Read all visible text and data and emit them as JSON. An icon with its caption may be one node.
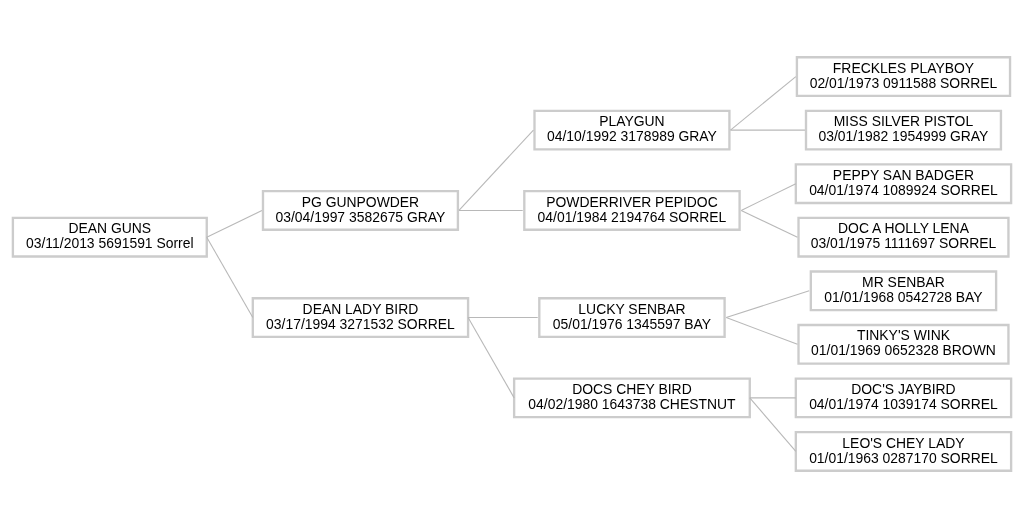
{
  "diagram": {
    "nodes": [
      {
        "text": [
          "DEAN GUNS",
          "03/11/2013 5691591 Sorrel"
        ]
      },
      {
        "text": [
          "PG GUNPOWDER",
          "03/04/1997 3582675 GRAY"
        ]
      },
      {
        "text": [
          "PLAYGUN",
          "04/10/1992 3178989 GRAY"
        ]
      },
      {
        "text": [
          "FRECKLES PLAYBOY",
          "02/01/1973 0911588 SORREL"
        ]
      },
      {
        "text": [
          "MISS SILVER PISTOL",
          "03/01/1982 1954999 GRAY"
        ]
      },
      {
        "text": [
          "POWDERRIVER PEPIDOC",
          "04/01/1984 2194764 SORREL"
        ]
      },
      {
        "text": [
          "PEPPY SAN BADGER",
          "04/01/1974 1089924 SORREL"
        ]
      },
      {
        "text": [
          "DOC A HOLLY LENA",
          "03/01/1975 1111697 SORREL"
        ]
      },
      {
        "text": [
          "DEAN LADY BIRD",
          "03/17/1994 3271532 SORREL"
        ]
      },
      {
        "text": [
          "LUCKY SENBAR",
          "05/01/1976 1345597 BAY"
        ]
      },
      {
        "text": [
          "MR SENBAR",
          "01/01/1968 0542728 BAY"
        ]
      },
      {
        "text": [
          "TINKY'S WINK",
          "01/01/1969 0652328 BROWN"
        ]
      },
      {
        "text": [
          "DOCS CHEY BIRD",
          "04/02/1980 1643738 CHESTNUT"
        ]
      },
      {
        "text": [
          "DOC'S JAYBIRD",
          "04/01/1974 1039174 SORREL"
        ]
      },
      {
        "text": [
          "LEO'S CHEY LADY",
          "01/01/1963 0287170 SORREL"
        ]
      }
    ],
    "edges": [
      {
        "from": 0,
        "to": 1,
        "arrow": "none"
      },
      {
        "from": 0,
        "to": 8,
        "arrow": "none"
      },
      {
        "from": 1,
        "to": 2,
        "arrow": "none"
      },
      {
        "from": 1,
        "to": 5,
        "arrow": "none"
      },
      {
        "from": 2,
        "to": 3,
        "arrow": "none"
      },
      {
        "from": 2,
        "to": 4,
        "arrow": "none"
      },
      {
        "from": 5,
        "to": 6,
        "arrow": "none"
      },
      {
        "from": 5,
        "to": 7,
        "arrow": "none"
      },
      {
        "from": 8,
        "to": 9,
        "arrow": "none"
      },
      {
        "from": 8,
        "to": 12,
        "arrow": "none"
      },
      {
        "from": 9,
        "to": 10,
        "arrow": "none"
      },
      {
        "from": 9,
        "to": 11,
        "arrow": "none"
      },
      {
        "from": 12,
        "to": 13,
        "arrow": "none"
      },
      {
        "from": 12,
        "to": 14,
        "arrow": "none"
      }
    ]
  }
}
